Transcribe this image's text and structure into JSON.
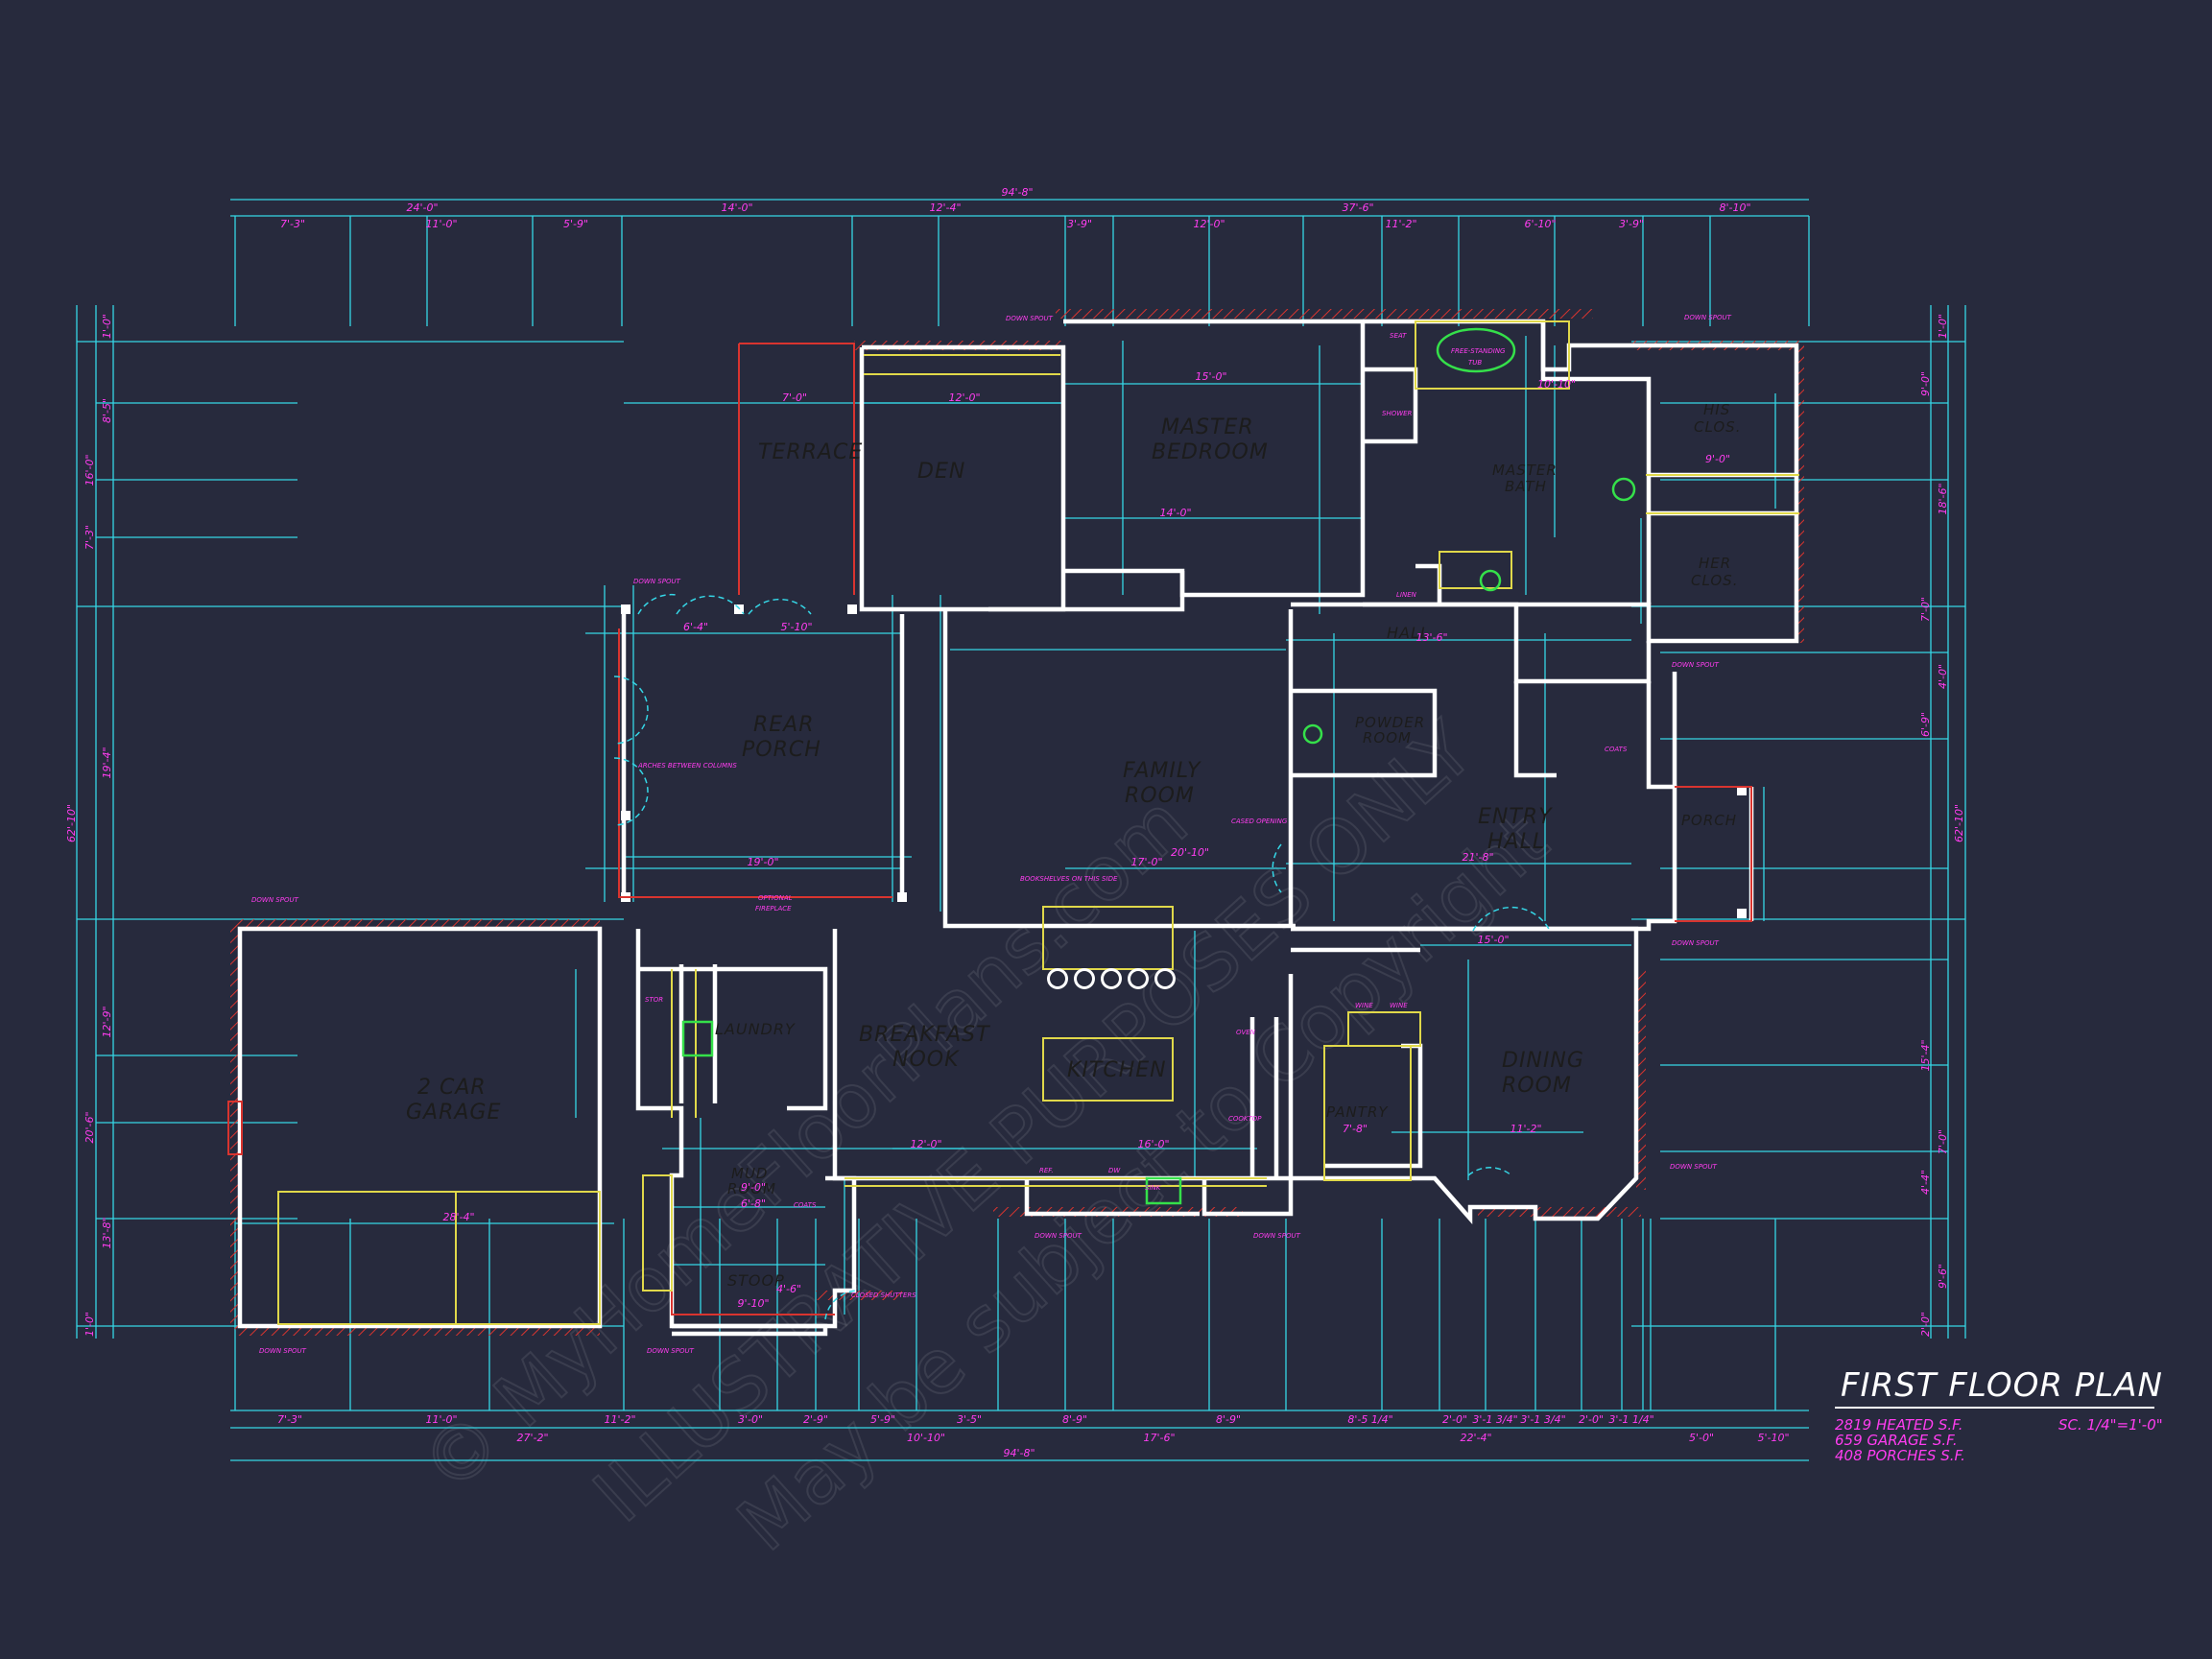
{
  "colors": {
    "background": "#272a3d",
    "dimension_line": "#35d6e6",
    "dimension_text": "#ff3df0",
    "wall": "#ffffff",
    "opening": "#e0d84a",
    "hatch": "#d9342f",
    "fixture": "#35e04a",
    "room_label": "#1c1c1c"
  },
  "title": {
    "main": "FIRST FLOOR PLAN",
    "areas": [
      "2819 HEATED S.F.",
      "659 GARAGE S.F.",
      "408 PORCHES S.F."
    ],
    "scale": "SC. 1/4\"=1'-0\""
  },
  "watermark": [
    "© MyHomeFloorPlans.com",
    "ILLUSTRATIVE PURPOSES ONLY",
    "May be subject to Copyright"
  ],
  "rooms": {
    "terrace": "TERRACE",
    "den": "DEN",
    "master_bedroom": [
      "MASTER",
      "BEDROOM"
    ],
    "master_bath": [
      "MASTER",
      "BATH"
    ],
    "his_clos": [
      "HIS",
      "CLOS."
    ],
    "her_clos": [
      "HER",
      "CLOS."
    ],
    "hall": "HALL",
    "rear_porch": [
      "REAR",
      "PORCH"
    ],
    "family_room": [
      "FAMILY",
      "ROOM"
    ],
    "powder_room": [
      "POWDER",
      "ROOM"
    ],
    "entry_hall": [
      "ENTRY",
      "HALL"
    ],
    "porch": "PORCH",
    "garage": [
      "2 CAR",
      "GARAGE"
    ],
    "laundry": "LAUNDRY",
    "breakfast_nook": [
      "BREAKFAST",
      "NOOK"
    ],
    "kitchen": "KITCHEN",
    "dining_room": [
      "DINING",
      "ROOM"
    ],
    "pantry": "PANTRY",
    "mud_room": [
      "MUD",
      "ROOM"
    ],
    "stoop": "STOOP",
    "shower": "SHOWER",
    "seat": "SEAT",
    "tub": [
      "FREE-STANDING",
      "TUB"
    ],
    "linen": "LINEN",
    "wine": [
      "WINE",
      "WINE"
    ],
    "optional_fireplace": [
      "OPTIONAL",
      "FIREPLACE"
    ],
    "coats": "COATS",
    "stor": "STOR"
  },
  "dimensions": {
    "top_overall": "94'-8\"",
    "top_row_1": [
      "24'-0\"",
      "14'-0\"",
      "12'-4\"",
      "37'-6\"",
      "8'-10\""
    ],
    "top_row_2": [
      "7'-3\"",
      "11'-0\"",
      "5'-9\"",
      "3'-9\"",
      "12'-0\"",
      "11'-2\"",
      "6'-10\"",
      "3'-9\""
    ],
    "bottom_row_1": [
      "7'-3\"",
      "11'-0\"",
      "11'-2\"",
      "3'-0\"",
      "2'-9\"",
      "5'-9\"",
      "3'-5\"",
      "8'-9\"",
      "8'-9\"",
      "8'-5 1/4\"",
      "2'-0\"",
      "3'-1 3/4\"",
      "3'-1 3/4\"",
      "2'-0\"",
      "3'-1 1/4\""
    ],
    "bottom_row_2": [
      "27'-2\"",
      "10'-10\"",
      "17'-6\"",
      "22'-4\"",
      "5'-0\"",
      "5'-10\""
    ],
    "bottom_overall": "94'-8\"",
    "left_rows": [
      "1'-0\"",
      "16'-0\"",
      "8'-5\"",
      "7'-3\"",
      "19'-4\"",
      "62'-10\"",
      "12'-9\"",
      "20'-6\"",
      "13'-8\"",
      "1'-0\""
    ],
    "right_rows": [
      "1'-0\"",
      "9'-0\"",
      "18'-6\"",
      "7'-0\"",
      "4'-0\"",
      "6'-9\"",
      "62'-10\"",
      "15'-4\"",
      "7'-0\"",
      "4'-4\"",
      "9'-6\"",
      "2'-0\""
    ],
    "interior": [
      "12'-0\"",
      "7'-0\"",
      "15'-0\"",
      "14'-0\"",
      "10'-10\"",
      "13'-6\"",
      "9'-0\"",
      "6'-4\"",
      "5'-10\"",
      "19'-0\"",
      "17'-0\"",
      "20'-10\"",
      "21'-8\"",
      "15'-0\"",
      "11'-2\"",
      "28'-4\"",
      "9'-0\"",
      "6'-8\"",
      "4'-6\"",
      "9'-10\"",
      "7'-8\"",
      "16'-0\"",
      "12'-0\""
    ]
  },
  "notes": [
    "DOWN SPOUT",
    "ARCHES BETWEEN COLUMNS",
    "BOOKSHELVES ON THIS SIDE",
    "CLOSED SHUTTERS",
    "CASED OPENING",
    "REF.",
    "DW",
    "SINK",
    "OVEN",
    "COOKTOP"
  ]
}
